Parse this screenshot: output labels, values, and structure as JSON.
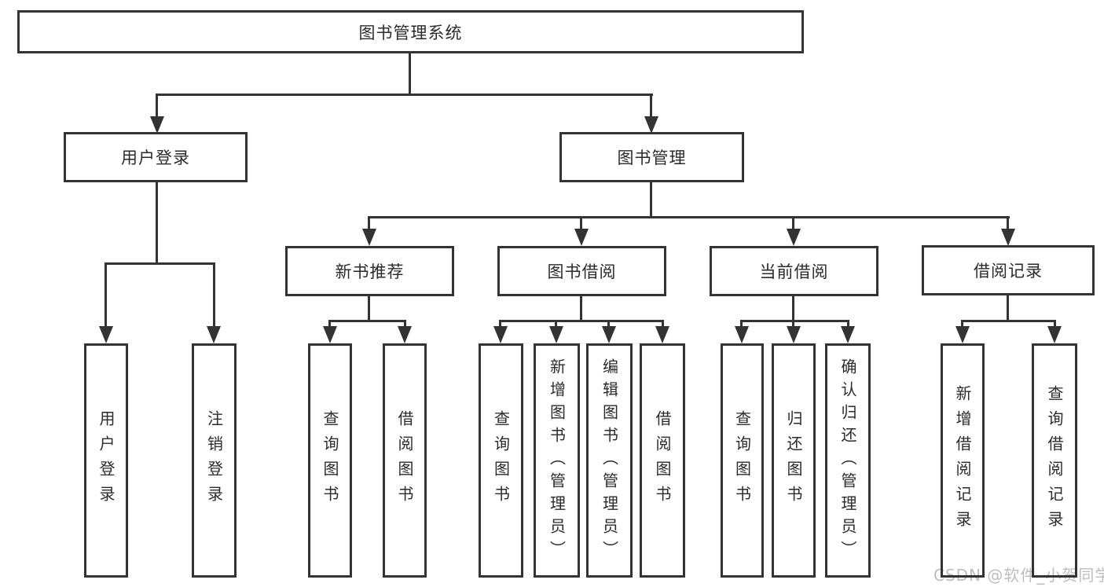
{
  "diagram_title": "图书管理系统",
  "tree": {
    "root": "图书管理系统",
    "user_login": {
      "label": "用户登录",
      "children": [
        "用户登录",
        "注销登录"
      ]
    },
    "book_mgmt": {
      "label": "图书管理",
      "sections": {
        "new_books": {
          "label": "新书推荐",
          "children": [
            "查询图书",
            "借阅图书"
          ]
        },
        "book_borrow": {
          "label": "图书借阅",
          "children": [
            "查询图书",
            "新增图书（管理员）",
            "编辑图书（管理员）",
            "借阅图书"
          ]
        },
        "current_borrow": {
          "label": "当前借阅",
          "children": [
            "查询图书",
            "归还图书",
            "确认归还（管理员）"
          ]
        },
        "borrow_records": {
          "label": "借阅记录",
          "children": [
            "新增借阅记录",
            "查询借阅记录"
          ]
        }
      }
    }
  },
  "watermark": "CSDN @软件_小贺同学",
  "colors": {
    "line": "#333333",
    "text": "#2b2b2b",
    "watermark": "#bdbdbd",
    "background": "#ffffff"
  }
}
